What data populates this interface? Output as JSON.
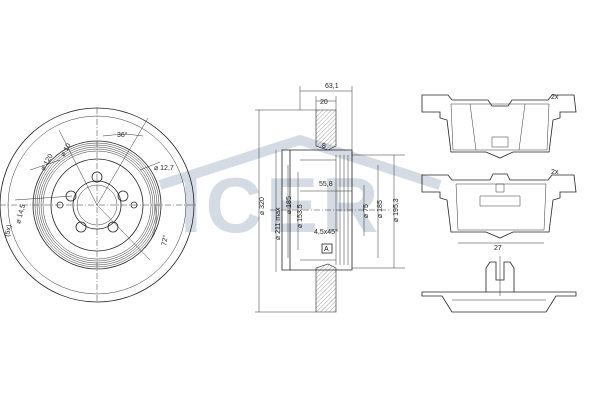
{
  "watermark": {
    "text": "ICER",
    "color": "#d4dbe4"
  },
  "disc_front": {
    "angle_top": "36°",
    "dia_bolt_holes": "⌀ 10",
    "dia_120": "⌀ 120",
    "dia_12_7": "⌀ 12,7",
    "dia_14_5": "⌀ 14,5",
    "bolt_count": "(5x)",
    "angle_side": "72°"
  },
  "disc_section": {
    "top_width": "63,1",
    "thickness": "20",
    "dim_55_8": "55,8",
    "dim_8": "8",
    "dia_320": "⌀ 320",
    "dia_211": "⌀ 211 max",
    "dia_185_a": "⌀ 185",
    "dia_153_5": "⌀ 153,5",
    "dia_75": "⌀ 75",
    "dia_185_b": "⌀ 185",
    "dia_195_3": "⌀ 195,3",
    "chamfer": "4,5x45°",
    "marker": "A"
  },
  "pads": {
    "top_qty": "2x",
    "bottom_qty": "2x",
    "width": "27"
  }
}
